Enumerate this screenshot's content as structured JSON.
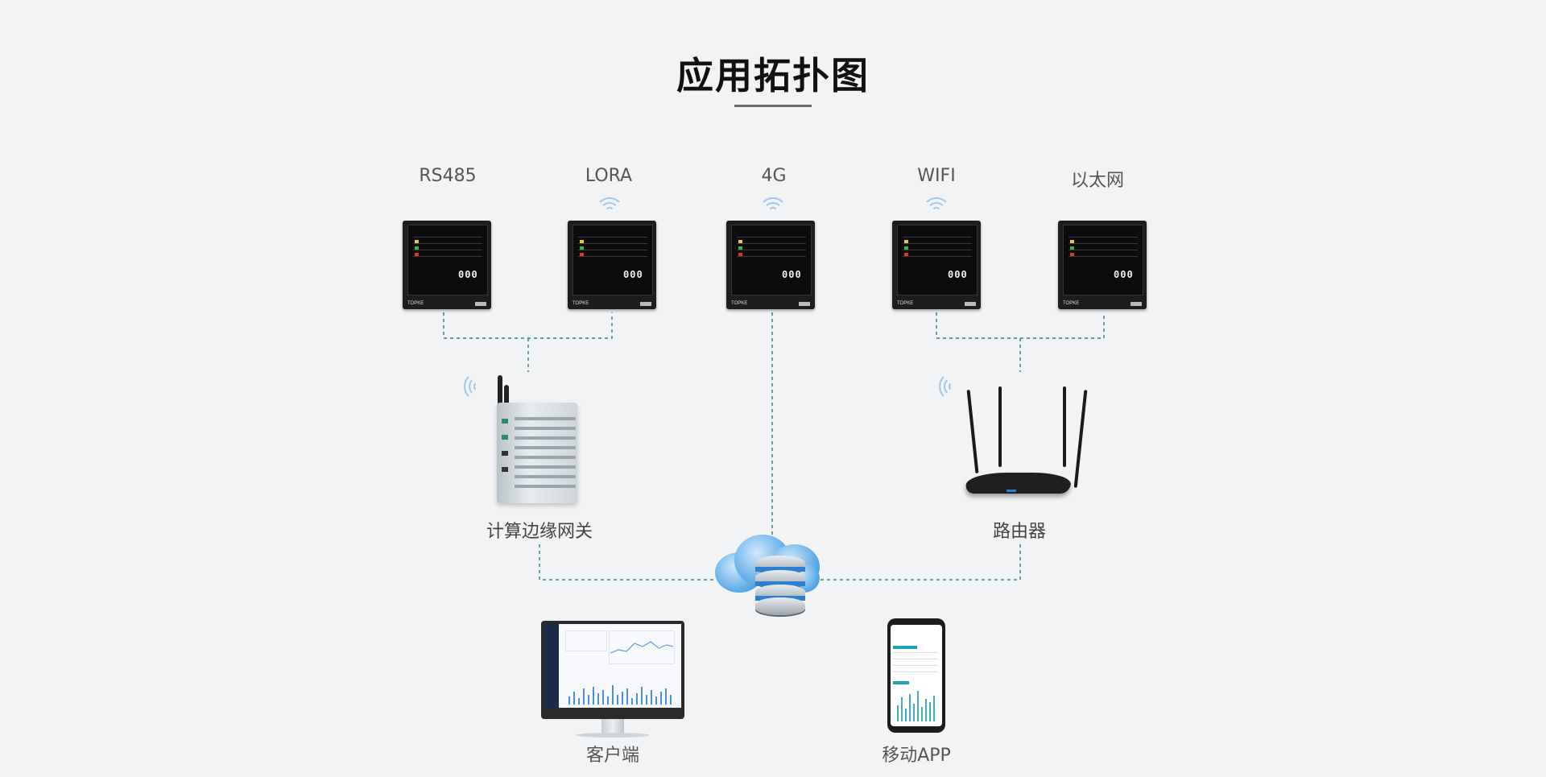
{
  "title": "应用拓扑图",
  "protocols": [
    "RS485",
    "LORA",
    "4G",
    "WIFI",
    "以太网"
  ],
  "meter": {
    "brand": "TOPKE",
    "digits": "000"
  },
  "gateway_label": "计算边缘网关",
  "router_label": "路由器",
  "client_label": "客户端",
  "mobile_label": "移动APP",
  "colors": {
    "link": "#2f8a8a",
    "wifi": "#9fc7ea",
    "cloud": "#4a9be0"
  }
}
